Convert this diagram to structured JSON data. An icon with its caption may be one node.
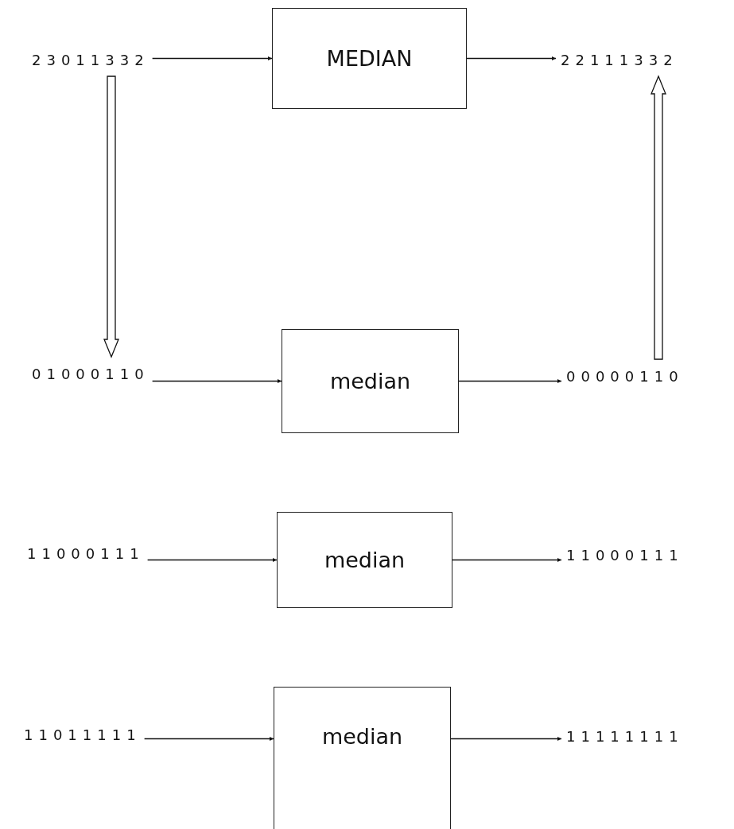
{
  "diagram": {
    "nodes": [
      {
        "text": [
          "23011332"
        ]
      },
      {
        "text": [
          "MEDIAN"
        ]
      },
      {
        "text": [
          "22111332"
        ]
      },
      {
        "text": [
          "01000110"
        ]
      },
      {
        "text": [
          "median"
        ]
      },
      {
        "text": [
          "00000110"
        ]
      },
      {
        "text": [
          "11000111"
        ]
      },
      {
        "text": [
          "median"
        ]
      },
      {
        "text": [
          "11000111"
        ]
      },
      {
        "text": [
          "11011111"
        ]
      },
      {
        "text": [
          "median"
        ]
      },
      {
        "text": [
          "11111111"
        ]
      }
    ],
    "edges": [
      {
        "from": 0,
        "to": 1,
        "arrow": "to"
      },
      {
        "from": 1,
        "to": 2,
        "arrow": "to"
      },
      {
        "from": 3,
        "to": 4,
        "arrow": "to"
      },
      {
        "from": 4,
        "to": 5,
        "arrow": "to"
      },
      {
        "from": 6,
        "to": 7,
        "arrow": "to"
      },
      {
        "from": 7,
        "to": 8,
        "arrow": "to"
      },
      {
        "from": 9,
        "to": 10,
        "arrow": "to"
      },
      {
        "from": 10,
        "to": 11,
        "arrow": "to"
      },
      {
        "from": 0,
        "to": 3,
        "arrow": "to",
        "style": "thick"
      },
      {
        "from": 5,
        "to": 2,
        "arrow": "to",
        "style": "thick"
      }
    ]
  }
}
